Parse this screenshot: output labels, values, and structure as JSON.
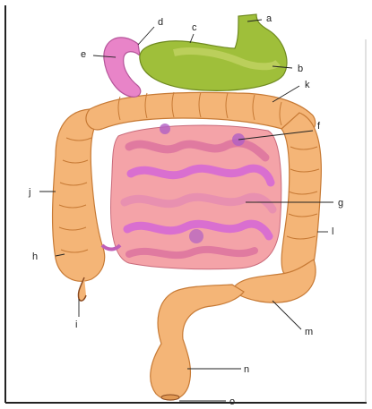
{
  "diagram": {
    "labels": [
      {
        "key": "a",
        "text": "a"
      },
      {
        "key": "b",
        "text": "b"
      },
      {
        "key": "c",
        "text": "c"
      },
      {
        "key": "d",
        "text": "d"
      },
      {
        "key": "e",
        "text": "e"
      },
      {
        "key": "f",
        "text": "f"
      },
      {
        "key": "g",
        "text": "g"
      },
      {
        "key": "h",
        "text": "h"
      },
      {
        "key": "i",
        "text": "i"
      },
      {
        "key": "j",
        "text": "j"
      },
      {
        "key": "k",
        "text": "k"
      },
      {
        "key": "l",
        "text": "l"
      },
      {
        "key": "m",
        "text": "m"
      },
      {
        "key": "n",
        "text": "n"
      },
      {
        "key": "o",
        "text": "o"
      }
    ],
    "colors": {
      "stomach": "#9fbf3a",
      "stomach_light": "#c7d66a",
      "duodenum": "#e884c8",
      "small_intestine": "#f29aa6",
      "small_intestine_shade": "#d96fd0",
      "colon": "#f4b577",
      "colon_outline": "#c77a35",
      "frame": "#222222"
    }
  }
}
